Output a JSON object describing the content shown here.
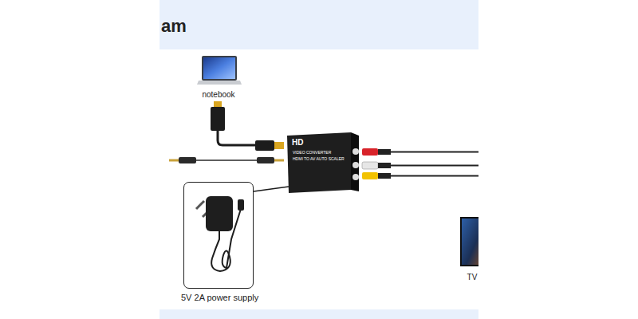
{
  "diagram": {
    "title": "am",
    "nodes": [
      {
        "text": [
          "5V 2A power supply"
        ]
      }
    ],
    "labels": [
      "notebook",
      "TV",
      "HD",
      "VIDEO CONVERTER",
      "HDMI TO AV AUTO SCALER"
    ]
  }
}
